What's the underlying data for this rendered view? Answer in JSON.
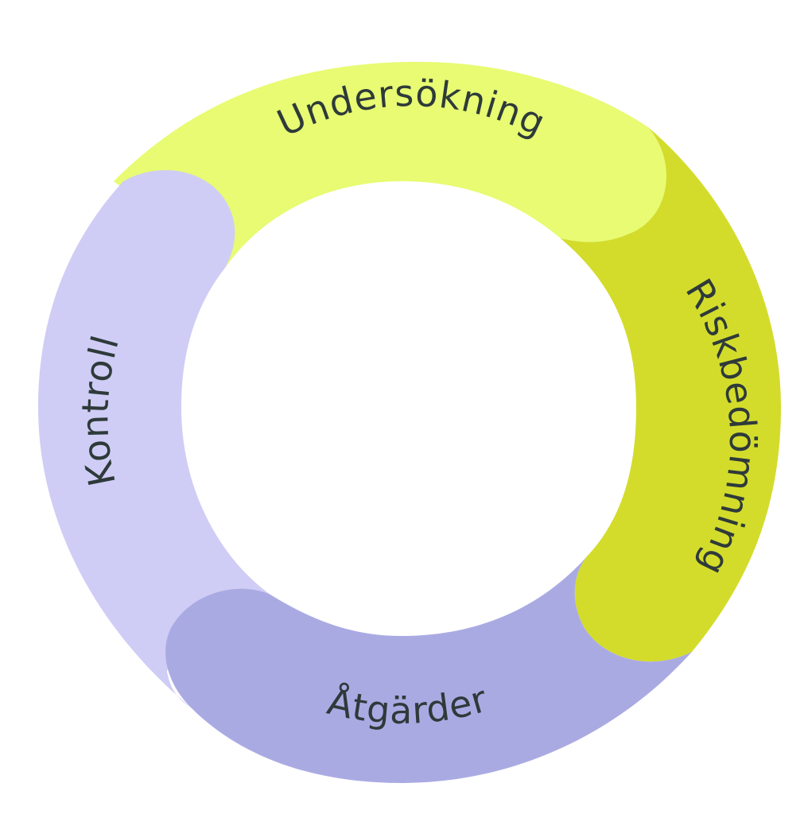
{
  "diagram": {
    "type": "cycle",
    "segments": [
      {
        "id": "undersokning",
        "label": "Undersökning",
        "color": "#e8fb72"
      },
      {
        "id": "riskbedomning",
        "label": "Riskbedömning",
        "color": "#d3dc2b"
      },
      {
        "id": "atgarder",
        "label": "Åtgärder",
        "color": "#aaaae3"
      },
      {
        "id": "kontroll",
        "label": "Kontroll",
        "color": "#cfcdf5"
      }
    ],
    "text_color": "#2e3a3a",
    "background": "#ffffff"
  }
}
